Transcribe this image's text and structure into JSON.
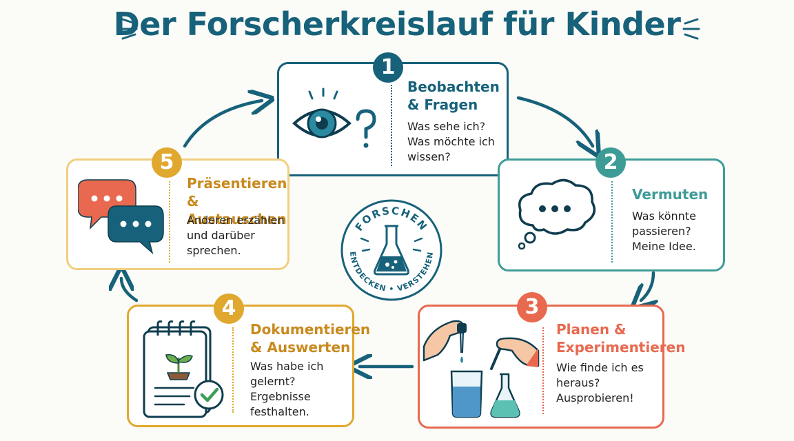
{
  "title": "Der Forscherkreislauf für Kinder",
  "colors": {
    "title": "#17627a",
    "step1": "#17627a",
    "step2": "#3e9c97",
    "step3": "#e8694f",
    "step4": "#e0a82e",
    "step5": "#e0a82e",
    "arrows": "#17627a"
  },
  "center_badge": {
    "top_text": "FORSCHEN",
    "bottom_text": "ENTDECKEN • VERSTEHEN",
    "icon": "flask-icon"
  },
  "steps": [
    {
      "number": "1",
      "heading": "Beobachten\n& Fragen",
      "text": "Was sehe ich?\nWas möchte ich\nwissen?",
      "icon": "eye-question-icon"
    },
    {
      "number": "2",
      "heading": "Vermuten",
      "text": "Was könnte\npassieren?\nMeine Idee.",
      "icon": "thought-bubble-icon"
    },
    {
      "number": "3",
      "heading": "Planen &\nExperimentieren",
      "text": "Wie finde ich es\nheraus?\nAusprobieren!",
      "icon": "experiment-icon"
    },
    {
      "number": "4",
      "heading": "Dokumentieren\n& Auswerten",
      "text": "Was habe ich\ngelernt?\nErgebnisse\nfesthalten.",
      "icon": "notebook-check-icon"
    },
    {
      "number": "5",
      "heading": "Präsentieren &\nAustauschen",
      "text": "Anderen erzählen\nund darüber\nsprechen.",
      "icon": "speech-bubbles-icon"
    }
  ]
}
